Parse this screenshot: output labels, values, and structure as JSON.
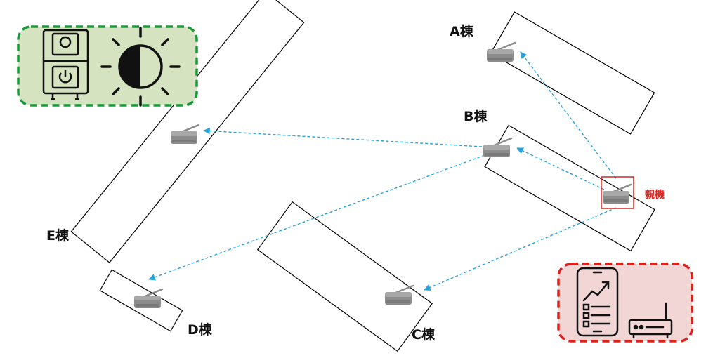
{
  "buildings": {
    "a": "A棟",
    "b": "B棟",
    "c": "C棟",
    "d": "D棟",
    "e": "E棟"
  },
  "parent_label": "親機",
  "colors": {
    "link_line": "#29a3db",
    "parent_highlight": "#e0201b",
    "green_panel_fill": "#d6e3c0",
    "green_panel_border": "#1a9a3a",
    "red_panel_fill": "#f2d6d6",
    "red_panel_border": "#e0201b",
    "device_body": "#8c8c8c",
    "building_outline": "#000000"
  },
  "icons": {
    "green_panel": [
      "power-unit-icon",
      "brightness-icon"
    ],
    "red_panel": [
      "smartphone-dashboard-icon",
      "router-icon"
    ],
    "device": "wireless-node-icon"
  }
}
